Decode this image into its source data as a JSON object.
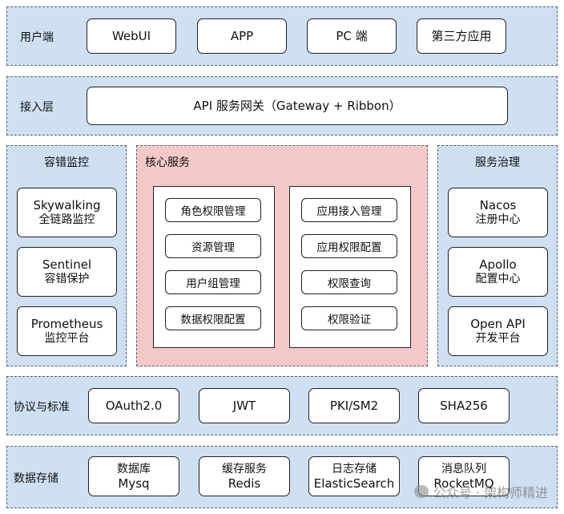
{
  "client_layer": {
    "label": "用户端",
    "items": [
      "WebUI",
      "APP",
      "PC 端",
      "第三方应用"
    ]
  },
  "access_layer": {
    "label": "接入层",
    "gateway": "API 服务网关（Gateway + Ribbon）"
  },
  "fault_tolerance": {
    "title": "容错监控",
    "items": [
      {
        "line1": "Skywalking",
        "line2": "全链路监控"
      },
      {
        "line1": "Sentinel",
        "line2": "容错保护"
      },
      {
        "line1": "Prometheus",
        "line2": "监控平台"
      }
    ]
  },
  "core_services": {
    "title": "核心服务",
    "left_column": [
      "角色权限管理",
      "资源管理",
      "用户组管理",
      "数据权限配置"
    ],
    "right_column": [
      "应用接入管理",
      "应用权限配置",
      "权限查询",
      "权限验证"
    ]
  },
  "governance": {
    "title": "服务治理",
    "items": [
      {
        "line1": "Nacos",
        "line2": "注册中心"
      },
      {
        "line1": "Apollo",
        "line2": "配置中心"
      },
      {
        "line1": "Open API",
        "line2": "开发平台"
      }
    ]
  },
  "protocol_layer": {
    "label": "协议与标准",
    "items": [
      "OAuth2.0",
      "JWT",
      "PKI/SM2",
      "SHA256"
    ]
  },
  "storage_layer": {
    "label": "数据存储",
    "items": [
      {
        "line1": "数据库",
        "line2": "Mysq"
      },
      {
        "line1": "缓存服务",
        "line2": "Redis"
      },
      {
        "line1": "日志存储",
        "line2": "ElasticSearch"
      },
      {
        "line1": "消息队列",
        "line2": "RocketMQ"
      }
    ]
  },
  "watermark": "公众号 · 架构师精进",
  "colors": {
    "layer_fill": "#cfe0f3",
    "core_fill": "#f5c9c9",
    "border": "#222222"
  }
}
